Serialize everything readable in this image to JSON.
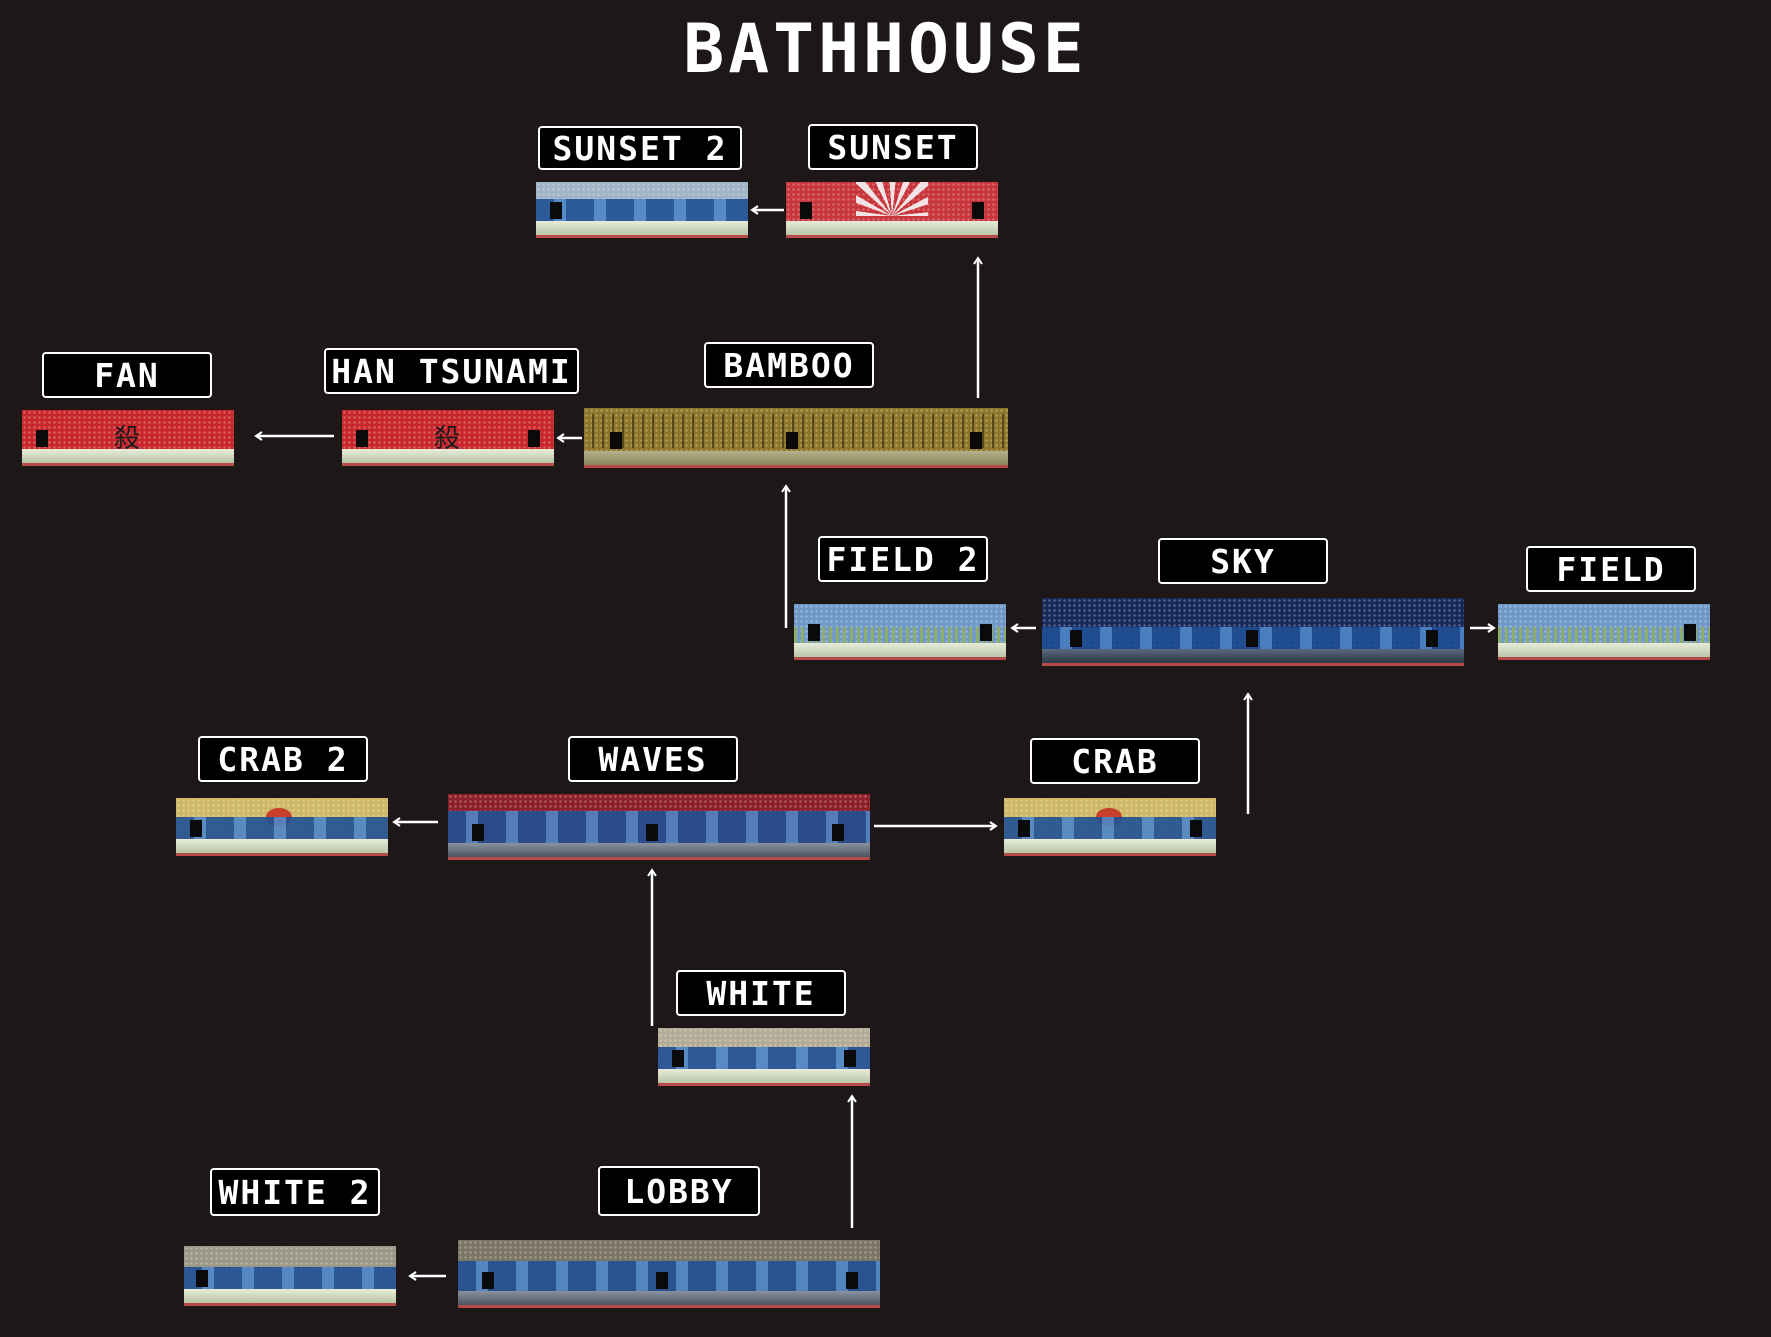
{
  "title": "BATHHOUSE",
  "rooms": {
    "sunset2": {
      "label": "SUNSET 2"
    },
    "sunset": {
      "label": "SUNSET"
    },
    "fan": {
      "label": "FAN",
      "sign": "殺"
    },
    "han_tsunami": {
      "label": "HAN TSUNAMI",
      "sign": "殺"
    },
    "bamboo": {
      "label": "BAMBOO"
    },
    "field2": {
      "label": "FIELD 2"
    },
    "sky": {
      "label": "SKY"
    },
    "field": {
      "label": "FIELD"
    },
    "crab2": {
      "label": "CRAB 2"
    },
    "waves": {
      "label": "WAVES"
    },
    "crab": {
      "label": "CRAB"
    },
    "white": {
      "label": "WHITE"
    },
    "white2": {
      "label": "WHITE 2"
    },
    "lobby": {
      "label": "LOBBY"
    }
  },
  "colors": {
    "background": "#1e1718",
    "sunset2": "#9fb4c6",
    "sunset": "#c8353a",
    "fan": "#c8262c",
    "han_tsunami": "#c8262c",
    "bamboo": "#8d7628",
    "field2": "#6f98c9",
    "sky": "#17295a",
    "field": "#6f98c9",
    "crab2": "#cfb865",
    "waves": "#8c1f28",
    "crab": "#cfb865",
    "white": "#b3ab96",
    "white2": "#9b9787",
    "lobby": "#7b7566"
  },
  "connections": [
    {
      "from": "SUNSET",
      "to": "SUNSET 2"
    },
    {
      "from": "BAMBOO",
      "to": "SUNSET"
    },
    {
      "from": "HAN TSUNAMI",
      "to": "FAN"
    },
    {
      "from": "BAMBOO",
      "to": "HAN TSUNAMI"
    },
    {
      "from": "FIELD 2",
      "to": "BAMBOO"
    },
    {
      "from": "SKY",
      "to": "FIELD 2"
    },
    {
      "from": "SKY",
      "to": "FIELD"
    },
    {
      "from": "CRAB",
      "to": "SKY"
    },
    {
      "from": "WAVES",
      "to": "CRAB 2"
    },
    {
      "from": "WAVES",
      "to": "CRAB"
    },
    {
      "from": "WHITE",
      "to": "WAVES"
    },
    {
      "from": "LOBBY",
      "to": "WHITE"
    },
    {
      "from": "LOBBY",
      "to": "WHITE 2"
    }
  ]
}
